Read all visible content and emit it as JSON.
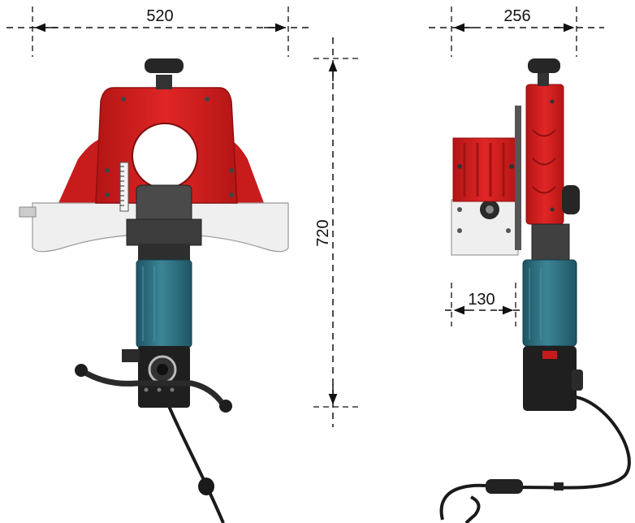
{
  "dimensions": {
    "front_width": "520",
    "side_width": "256",
    "height": "720",
    "side_depth": "130"
  },
  "colors": {
    "body_red": "#d81e1e",
    "red_shade": "#a81414",
    "base_white": "#eeeeee",
    "motor_teal": "#2c6f80",
    "dark_grey": "#3a3a3a",
    "black": "#1a1a1a"
  }
}
